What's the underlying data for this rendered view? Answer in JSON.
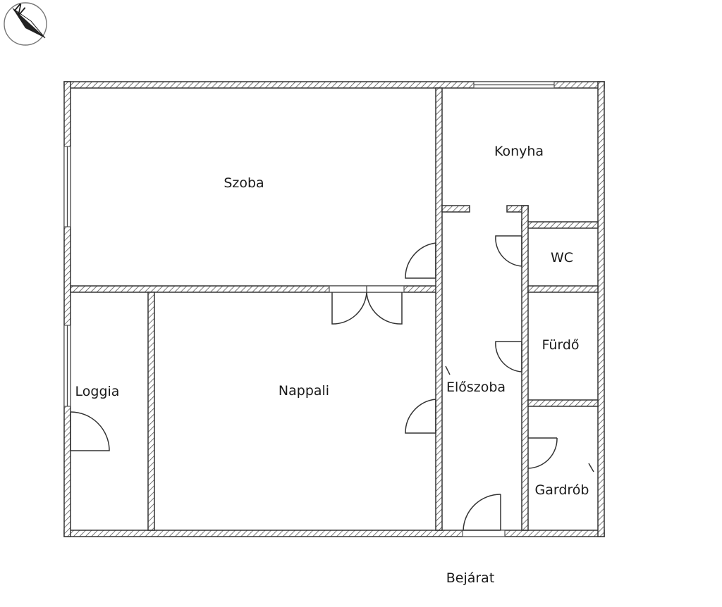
{
  "rooms": {
    "szoba": "Szoba",
    "konyha": "Konyha",
    "wc": "WC",
    "furdo": "Fürdő",
    "loggia": "Loggia",
    "nappali": "Nappali",
    "eloszoba": "Előszoba",
    "gardrob": "Gardrób"
  },
  "entrance": "Bejárat",
  "compass_icon": "north-arrow-icon"
}
